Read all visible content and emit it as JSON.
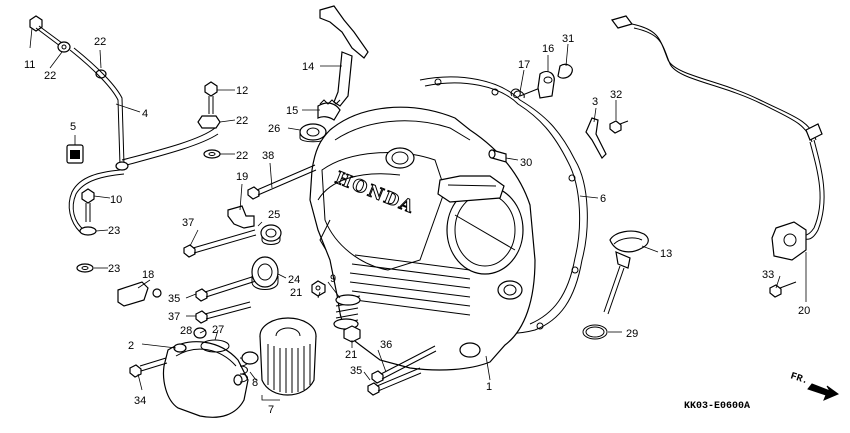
{
  "diagram": {
    "code": "KK03-E0600A",
    "brand": "HONDA",
    "direction": "FR."
  },
  "callouts": [
    {
      "id": "c11",
      "text": "11"
    },
    {
      "id": "c22a",
      "text": "22"
    },
    {
      "id": "c22b",
      "text": "22"
    },
    {
      "id": "c4",
      "text": "4"
    },
    {
      "id": "c5",
      "text": "5"
    },
    {
      "id": "c10",
      "text": "10"
    },
    {
      "id": "c23a",
      "text": "23"
    },
    {
      "id": "c23b",
      "text": "23"
    },
    {
      "id": "c12",
      "text": "12"
    },
    {
      "id": "c22c",
      "text": "22"
    },
    {
      "id": "c22d",
      "text": "22"
    },
    {
      "id": "c14",
      "text": "14"
    },
    {
      "id": "c15",
      "text": "15"
    },
    {
      "id": "c26",
      "text": "26"
    },
    {
      "id": "c38",
      "text": "38"
    },
    {
      "id": "c19",
      "text": "19"
    },
    {
      "id": "c25",
      "text": "25"
    },
    {
      "id": "c37a",
      "text": "37"
    },
    {
      "id": "c18",
      "text": "18"
    },
    {
      "id": "c24",
      "text": "24"
    },
    {
      "id": "c35a",
      "text": "35"
    },
    {
      "id": "c9",
      "text": "9"
    },
    {
      "id": "c21a",
      "text": "21"
    },
    {
      "id": "c37b",
      "text": "37"
    },
    {
      "id": "c28",
      "text": "28"
    },
    {
      "id": "c27",
      "text": "27"
    },
    {
      "id": "c2",
      "text": "2"
    },
    {
      "id": "c34",
      "text": "34"
    },
    {
      "id": "c8",
      "text": "8"
    },
    {
      "id": "c7",
      "text": "7"
    },
    {
      "id": "c21b",
      "text": "21"
    },
    {
      "id": "c36",
      "text": "36"
    },
    {
      "id": "c35b",
      "text": "35"
    },
    {
      "id": "c1",
      "text": "1"
    },
    {
      "id": "c17",
      "text": "17"
    },
    {
      "id": "c16",
      "text": "16"
    },
    {
      "id": "c31",
      "text": "31"
    },
    {
      "id": "c3",
      "text": "3"
    },
    {
      "id": "c32",
      "text": "32"
    },
    {
      "id": "c30",
      "text": "30"
    },
    {
      "id": "c6",
      "text": "6"
    },
    {
      "id": "c13",
      "text": "13"
    },
    {
      "id": "c29",
      "text": "29"
    },
    {
      "id": "c33",
      "text": "33"
    },
    {
      "id": "c20",
      "text": "20"
    }
  ]
}
